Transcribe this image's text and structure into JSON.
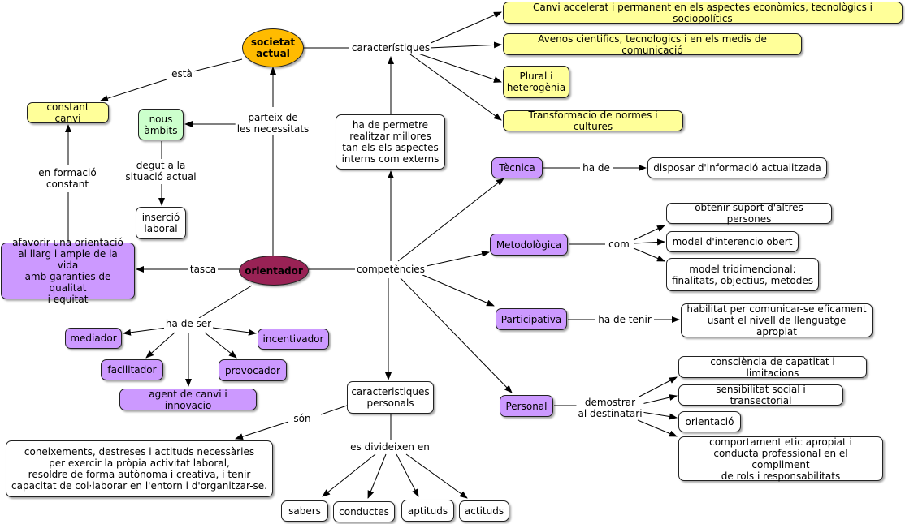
{
  "nodes": {
    "societat_actual": "societat\nactual",
    "orientador": "orientador",
    "constant_canvi": "constant canvi",
    "nous_ambits": "nous\nàmbits",
    "insercio_laboral": "inserció\nlaboral",
    "afavorir": "afavorir una orientació\nal llarg i ample de la vida\namb garanties de qualitat\ni equitat",
    "ha_de_permetre": "ha de permetre\nrealitzar millores\ntan els els aspectes\ninterns com externs",
    "canvi_accelerat": "Canvi accelerat i permanent en els aspectes econòmics, tecnològics i sociopolítics",
    "avenos": "Avenos cientifics, tecnologics i en els medis de comunicació",
    "plural": "Plural i\nheterogènia",
    "transformacio": "Transformacio de normes i cultures",
    "tecnica": "Tècnica",
    "metodologica": "Metodològica",
    "participativa": "Participativa",
    "personal": "Personal",
    "disposar": "disposar d'informació actualitzada",
    "obtenir_suport": "obtenir suport d'altres persones",
    "model_interencio": "model d'interencio obert",
    "model_tridimencional": "model tridimencional:\nfinalitats, objectius, metodes",
    "habilitat": "habilitat per comunicar-se eficament\nusant el nivell de llenguatge apropiat",
    "consciencia": "consciència de capatitat i limitacions",
    "sensibilitat": "sensibilitat social i transectorial",
    "orientacio": "orientació",
    "comportament": "comportament etic apropiat i\nconducta professional en el compliment\nde rols i responsabilitats",
    "mediador": "mediador",
    "incentivador": "incentivador",
    "facilitador": "facilitador",
    "provocador": "provocador",
    "agent_canvi": "agent de canvi i innovacio",
    "caracteristiques_personals": "caracteristiques\npersonals",
    "coneixements": "coneixements, destreses i actituds necessàries\nper exercir la pròpia activitat laboral,\nresoldre de forma autònoma i creativa, i tenir\ncapacitat de col·laborar en l'entorn i d'organitzar-se.",
    "sabers": "sabers",
    "conductes": "conductes",
    "aptituds": "aptituds",
    "actituds": "actituds"
  },
  "links": {
    "esta": "està",
    "caracteristiques": "característiques",
    "parteix": "parteix de\nles necessitats",
    "degut": "degut a la\nsituació actual",
    "en_formacio": "en formació\nconstant",
    "tasca": "tasca",
    "competencies": "competències",
    "ha_de_ser": "ha de ser",
    "ha_de": "ha de",
    "com": "com",
    "ha_de_tenir": "ha de tenir",
    "demostrar": "demostrar\nal destinatari",
    "son": "són",
    "es_divideixen": "es divideixen en"
  },
  "colors": {
    "yellow": "#ffff99",
    "green": "#ccffcc",
    "purple": "#cc99ff",
    "orange": "#ffbb00",
    "maroon": "#992255"
  }
}
